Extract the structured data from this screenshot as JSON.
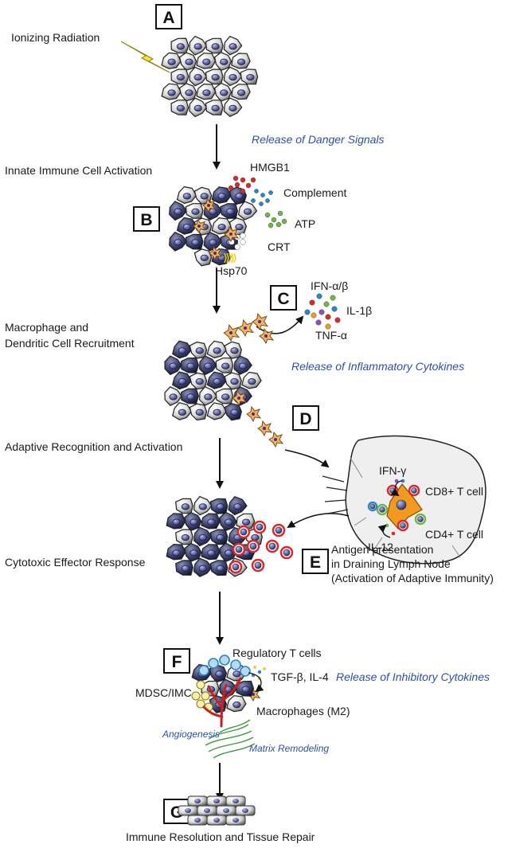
{
  "stages": [
    {
      "letter": "A"
    },
    {
      "letter": "B"
    },
    {
      "letter": "C"
    },
    {
      "letter": "D"
    },
    {
      "letter": "E"
    },
    {
      "letter": "F"
    },
    {
      "letter": "G"
    }
  ],
  "labels": {
    "ionizing_radiation": "Ionizing Radiation",
    "release_danger": "Release of Danger Signals",
    "innate_activation": "Innate Immune Cell Activation",
    "hmgb1": "HMGB1",
    "complement": "Complement",
    "atp": "ATP",
    "crt": "CRT",
    "hsp70": "Hsp70",
    "ifn_ab": "IFN-α/β",
    "il1b": "IL-1β",
    "tnfa": "TNF-α",
    "macrophage_recruit_1": "Macrophage and",
    "macrophage_recruit_2": "Dendritic Cell Recruitment",
    "release_inflammatory": "Release of Inflammatory Cytokines",
    "adaptive_recognition": "Adaptive Recognition and Activation",
    "ifn_g": "IFN-γ",
    "cd8": "CD8+ T cell",
    "cd4": "CD4+ T cell",
    "il12": "IL-12",
    "cytotoxic_response": "Cytotoxic Effector Response",
    "antigen_1": "Antigen presentation",
    "antigen_2": "in Draining Lymph Node",
    "antigen_3": "(Activation of Adaptive Immunity)",
    "regulatory_t": "Regulatory T cells",
    "tgf_il4": "TGF-β, IL-4",
    "release_inhibitory": "Release of Inhibitory Cytokines",
    "mdsc": "MDSC/IMC",
    "macrophages_m2": "Macrophages (M2)",
    "angiogenesis": "Angiogenesis",
    "matrix_remodeling": "Matrix Remodeling",
    "immune_resolution": "Immune Resolution and Tissue Repair"
  },
  "colors": {
    "danger_hmgb1": "#d62b2b",
    "danger_complement": "#2a86c9",
    "danger_atp": "#6fb54a",
    "danger_hsp70": "#e6d21b",
    "macrophage": "#f2b266",
    "blue_text": "#2e4fa3",
    "vessel": "#cc1f1f",
    "matrix": "#3c9a3c"
  }
}
